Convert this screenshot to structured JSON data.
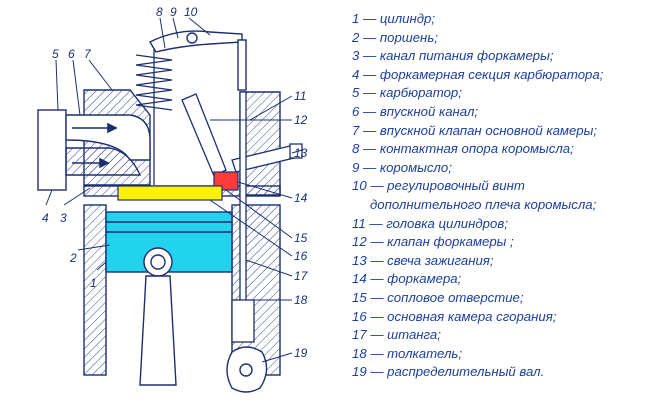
{
  "callouts": [
    "1",
    "2",
    "3",
    "4",
    "5",
    "6",
    "7",
    "8",
    "9",
    "10",
    "11",
    "12",
    "13",
    "14",
    "15",
    "16",
    "17",
    "18",
    "19"
  ],
  "legend": [
    "1 — цилиндр;",
    "2 — поршень;",
    "3 — канал питания форкамеры;",
    "4 — форкамерная секция карбюратора;",
    "5 — карбюратор;",
    "6 — впускной канал;",
    "7 — впускной клапан основной камеры;",
    "8 — контактная опора коромысла;",
    "9 — коромысло;",
    "10 — регулировочный винт",
    "дополнительного плеча коромысла;",
    "11 — головка цилиндров;",
    "12 — клапан форкамеры ;",
    "13 — свеча зажигания;",
    "14 — форкамера;",
    "15 — сопловое отверстие;",
    "16 — основная камера сгорания;",
    "17 — штанга;",
    "18 — толкатель;",
    "19 — распределительный вал."
  ],
  "colors": {
    "line": "#1d2f70",
    "hatch": "#3a4a8c",
    "piston_fill": "#22d3ee",
    "chamber_fill": "#fff200",
    "prechamber_fill": "#ff3b3b",
    "legend_text": "#1c3f9c"
  }
}
